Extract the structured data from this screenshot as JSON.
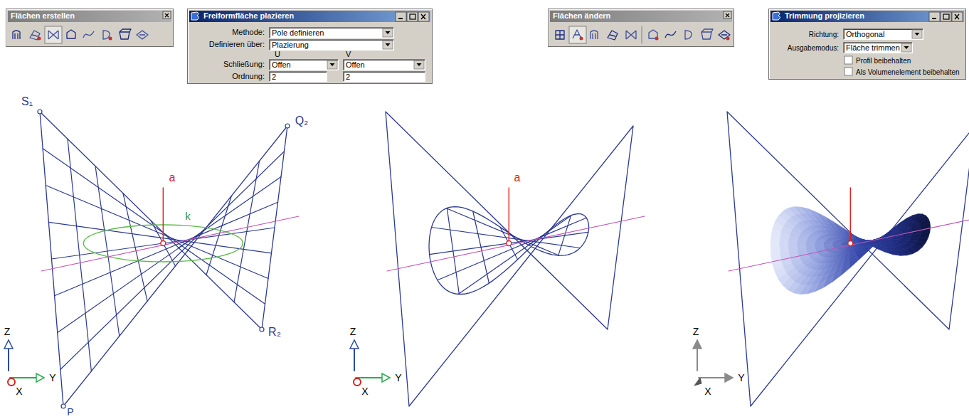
{
  "diagram": {
    "nodes": [
      {
        "text": [
          "Flächen erstellen"
        ]
      },
      {
        "text": [
          "Freiformfläche plazieren",
          "Methode:",
          "Definieren über:",
          "U",
          "V",
          "Schließung:",
          "Ordnung:"
        ]
      },
      {
        "text": [
          "Pole definieren"
        ],
        "in": 1
      },
      {
        "text": [
          "Plazierung"
        ],
        "in": 1
      },
      {
        "text": [
          "Offen"
        ],
        "in": 1
      },
      {
        "text": [
          "Offen"
        ],
        "in": 1
      },
      {
        "text": [
          "2"
        ],
        "in": 1
      },
      {
        "text": [
          "2"
        ],
        "in": 1
      },
      {
        "text": [
          "Flächen ändern"
        ]
      },
      {
        "text": [
          "Trimmung projizieren",
          "Richtung:",
          "Ausgabemodus:",
          "Profil beibehalten",
          "Als Volumenelement beibehalten"
        ]
      },
      {
        "text": [
          "Orthogonal"
        ],
        "in": 9
      },
      {
        "text": [
          "Fläche trimmen"
        ],
        "in": 9
      }
    ],
    "labels": [
      "S₁",
      "Q₂",
      "a",
      "k",
      "R₂",
      "P",
      "Z",
      "Y",
      "X",
      "a",
      "Z",
      "Y",
      "X",
      "Z",
      "Y",
      "X"
    ]
  }
}
